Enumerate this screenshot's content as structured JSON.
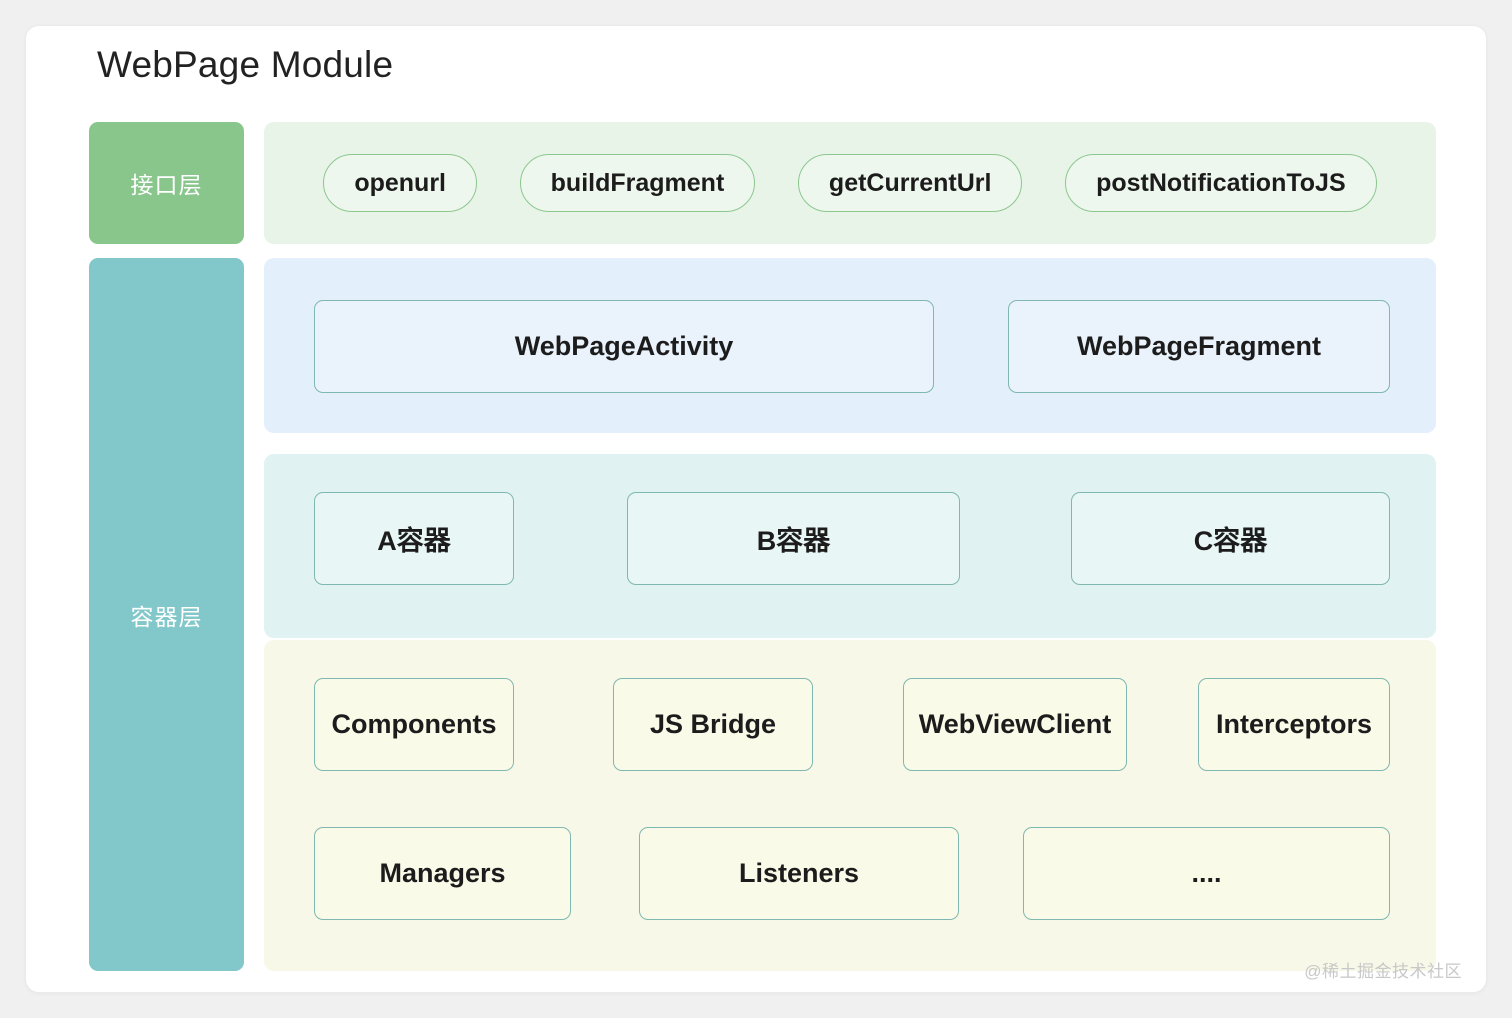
{
  "page": {
    "title": "WebPage Module",
    "watermark": "@稀土掘金技术社区"
  },
  "colors": {
    "interface_label_bg": "#88C68C",
    "container_label_bg": "#82C7C9",
    "interface_panel_bg": "#E8F4E8",
    "page_panel_bg": "#E3EFFB",
    "containers_panel_bg": "#E0F2F1",
    "infra_panel_bg": "#F8F8E8",
    "box_border": "#7FB8B0",
    "pill_border": "#8CC78F",
    "card_bg": "#FFFFFF",
    "page_bg": "#F0F0F0",
    "title_text": "#222222"
  },
  "layers": [
    {
      "key": "interface",
      "label": "接口层",
      "items": [
        {
          "label": "openurl"
        },
        {
          "label": "buildFragment"
        },
        {
          "label": "getCurrentUrl"
        },
        {
          "label": "postNotificationToJS"
        }
      ]
    },
    {
      "key": "container",
      "label": "容器层",
      "groups": [
        {
          "key": "pages",
          "items": [
            {
              "label": "WebPageActivity"
            },
            {
              "label": "WebPageFragment"
            }
          ]
        },
        {
          "key": "containers",
          "items": [
            {
              "label": "A容器"
            },
            {
              "label": "B容器"
            },
            {
              "label": "C容器"
            }
          ]
        },
        {
          "key": "infrastructure",
          "rows": [
            {
              "items": [
                {
                  "label": "Components"
                },
                {
                  "label": "JS Bridge"
                },
                {
                  "label": "WebViewClient"
                },
                {
                  "label": "Interceptors"
                }
              ]
            },
            {
              "items": [
                {
                  "label": "Managers"
                },
                {
                  "label": "Listeners"
                },
                {
                  "label": "...."
                }
              ]
            }
          ]
        }
      ]
    }
  ]
}
